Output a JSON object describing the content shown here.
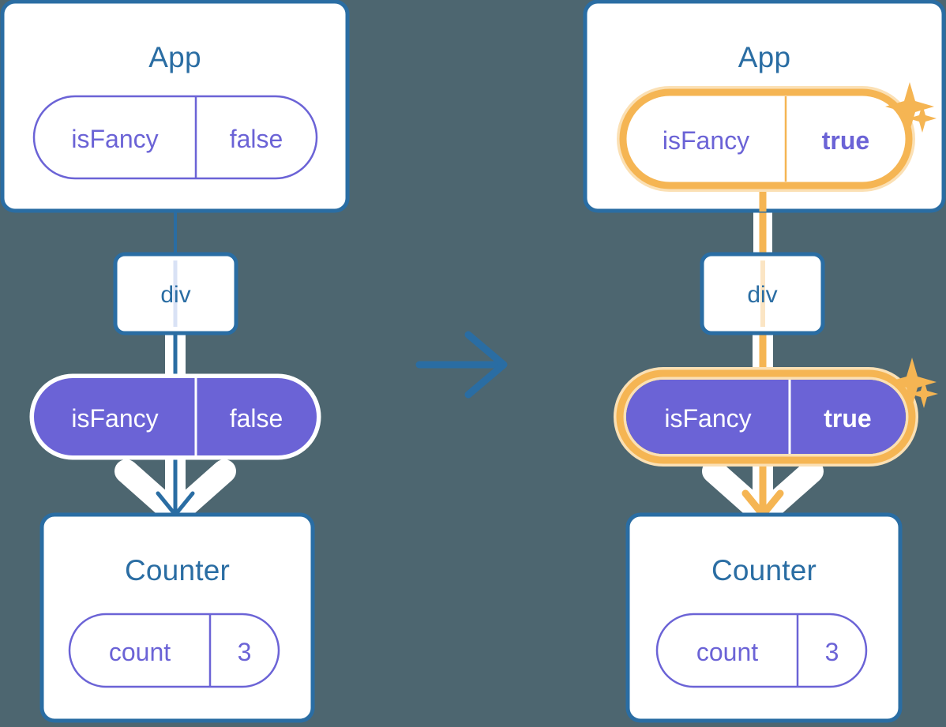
{
  "meta": {
    "background_color": "#4d6670",
    "palette": {
      "box_border_blue": "#2a6da3",
      "title_blue": "#2a6da3",
      "pill_purple": "#6b63d6",
      "pill_outline_purple": "#6b63d6",
      "highlight_orange": "#f5b553",
      "highlight_orange_glow": "#fbe0b4",
      "white": "#ffffff",
      "arrow_blue": "#2a6da3"
    }
  },
  "transition_arrow": {
    "icon": "arrow-right-icon",
    "color": "#2a6da3"
  },
  "panels": [
    {
      "id": "before",
      "app": {
        "title": "App",
        "state_pill": {
          "name": "isFancy",
          "value": "false",
          "style": "outline",
          "highlighted": false,
          "value_bold": false
        }
      },
      "element": {
        "tag": "div"
      },
      "prop_pill": {
        "name": "isFancy",
        "value": "false",
        "style": "filled",
        "highlighted": false,
        "value_bold": false
      },
      "counter": {
        "title": "Counter",
        "state_pill": {
          "name": "count",
          "value": "3",
          "style": "outline",
          "highlighted": false,
          "value_bold": false
        }
      },
      "sparkles": []
    },
    {
      "id": "after",
      "app": {
        "title": "App",
        "state_pill": {
          "name": "isFancy",
          "value": "true",
          "style": "outline",
          "highlighted": true,
          "value_bold": true
        }
      },
      "element": {
        "tag": "div"
      },
      "prop_pill": {
        "name": "isFancy",
        "value": "true",
        "style": "filled",
        "highlighted": true,
        "value_bold": true
      },
      "counter": {
        "title": "Counter",
        "state_pill": {
          "name": "count",
          "value": "3",
          "style": "outline",
          "highlighted": false,
          "value_bold": false
        }
      },
      "sparkles": [
        {
          "name": "sparkle-large-top",
          "size": "large"
        },
        {
          "name": "sparkle-small-top",
          "size": "small"
        },
        {
          "name": "sparkle-large-mid",
          "size": "large"
        },
        {
          "name": "sparkle-small-mid",
          "size": "small"
        }
      ]
    }
  ]
}
